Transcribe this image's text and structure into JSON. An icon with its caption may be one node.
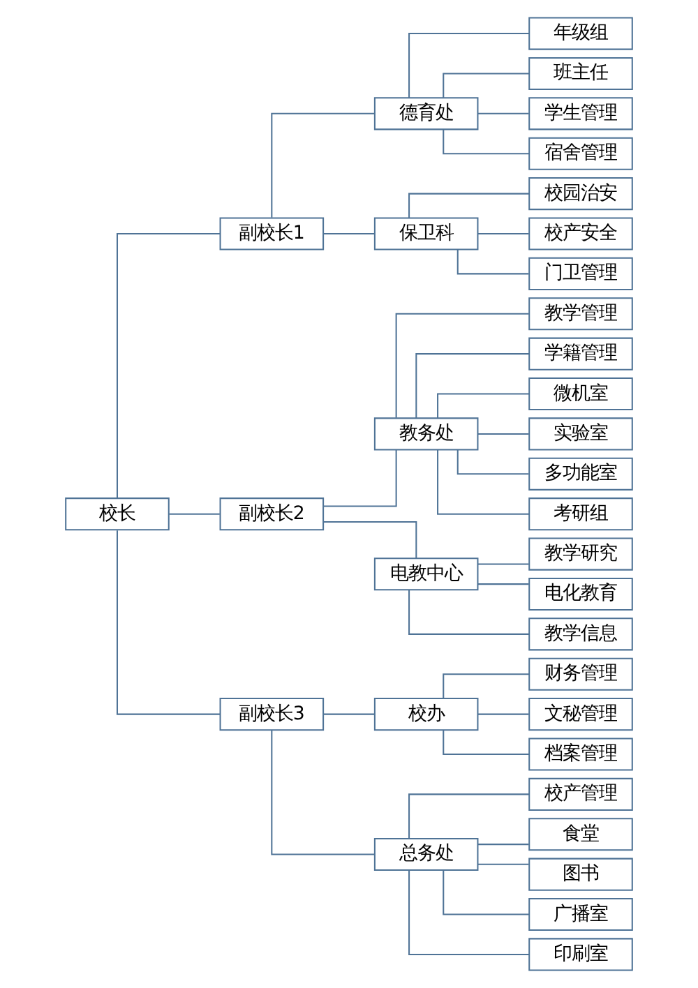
{
  "diagram": {
    "nodes": [
      {
        "text": [
          "校长"
        ]
      },
      {
        "text": [
          "副校长1"
        ]
      },
      {
        "text": [
          "德育处"
        ]
      },
      {
        "text": [
          "年级组"
        ]
      },
      {
        "text": [
          "班主任"
        ]
      },
      {
        "text": [
          "学生管理"
        ]
      },
      {
        "text": [
          "宿舍管理"
        ]
      },
      {
        "text": [
          "保卫科"
        ]
      },
      {
        "text": [
          "校园治安"
        ]
      },
      {
        "text": [
          "校产安全"
        ]
      },
      {
        "text": [
          "门卫管理"
        ]
      },
      {
        "text": [
          "副校长2"
        ]
      },
      {
        "text": [
          "教务处"
        ]
      },
      {
        "text": [
          "教学管理"
        ]
      },
      {
        "text": [
          "学籍管理"
        ]
      },
      {
        "text": [
          "微机室"
        ]
      },
      {
        "text": [
          "实验室"
        ]
      },
      {
        "text": [
          "多功能室"
        ]
      },
      {
        "text": [
          "考研组"
        ]
      },
      {
        "text": [
          "电教中心"
        ]
      },
      {
        "text": [
          "教学研究"
        ]
      },
      {
        "text": [
          "电化教育"
        ]
      },
      {
        "text": [
          "教学信息"
        ]
      },
      {
        "text": [
          "副校长3"
        ]
      },
      {
        "text": [
          "校办"
        ]
      },
      {
        "text": [
          "财务管理"
        ]
      },
      {
        "text": [
          "文秘管理"
        ]
      },
      {
        "text": [
          "档案管理"
        ]
      },
      {
        "text": [
          "总务处"
        ]
      },
      {
        "text": [
          "校产管理"
        ]
      },
      {
        "text": [
          "食堂"
        ]
      },
      {
        "text": [
          "图书"
        ]
      },
      {
        "text": [
          "广播室"
        ]
      },
      {
        "text": [
          "印刷室"
        ]
      }
    ],
    "edges": [
      {
        "from": 0,
        "to": 1,
        "arrow": "none"
      },
      {
        "from": 1,
        "to": 2,
        "arrow": "none"
      },
      {
        "from": 2,
        "to": 3,
        "arrow": "none"
      },
      {
        "from": 2,
        "to": 4,
        "arrow": "none"
      },
      {
        "from": 2,
        "to": 5,
        "arrow": "none"
      },
      {
        "from": 2,
        "to": 6,
        "arrow": "none"
      },
      {
        "from": 1,
        "to": 7,
        "arrow": "none"
      },
      {
        "from": 7,
        "to": 8,
        "arrow": "none"
      },
      {
        "from": 7,
        "to": 9,
        "arrow": "none"
      },
      {
        "from": 7,
        "to": 10,
        "arrow": "none"
      },
      {
        "from": 0,
        "to": 11,
        "arrow": "none"
      },
      {
        "from": 11,
        "to": 12,
        "arrow": "none"
      },
      {
        "from": 12,
        "to": 13,
        "arrow": "none"
      },
      {
        "from": 12,
        "to": 14,
        "arrow": "none"
      },
      {
        "from": 12,
        "to": 15,
        "arrow": "none"
      },
      {
        "from": 12,
        "to": 16,
        "arrow": "none"
      },
      {
        "from": 12,
        "to": 17,
        "arrow": "none"
      },
      {
        "from": 12,
        "to": 18,
        "arrow": "none"
      },
      {
        "from": 11,
        "to": 19,
        "arrow": "none"
      },
      {
        "from": 19,
        "to": 20,
        "arrow": "none"
      },
      {
        "from": 19,
        "to": 21,
        "arrow": "none"
      },
      {
        "from": 19,
        "to": 22,
        "arrow": "none"
      },
      {
        "from": 0,
        "to": 23,
        "arrow": "none"
      },
      {
        "from": 23,
        "to": 24,
        "arrow": "none"
      },
      {
        "from": 24,
        "to": 25,
        "arrow": "none"
      },
      {
        "from": 24,
        "to": 26,
        "arrow": "none"
      },
      {
        "from": 24,
        "to": 27,
        "arrow": "none"
      },
      {
        "from": 23,
        "to": 28,
        "arrow": "none"
      },
      {
        "from": 28,
        "to": 29,
        "arrow": "none"
      },
      {
        "from": 28,
        "to": 30,
        "arrow": "none"
      },
      {
        "from": 28,
        "to": 31,
        "arrow": "none"
      },
      {
        "from": 28,
        "to": 32,
        "arrow": "none"
      },
      {
        "from": 28,
        "to": 33,
        "arrow": "none"
      }
    ]
  }
}
